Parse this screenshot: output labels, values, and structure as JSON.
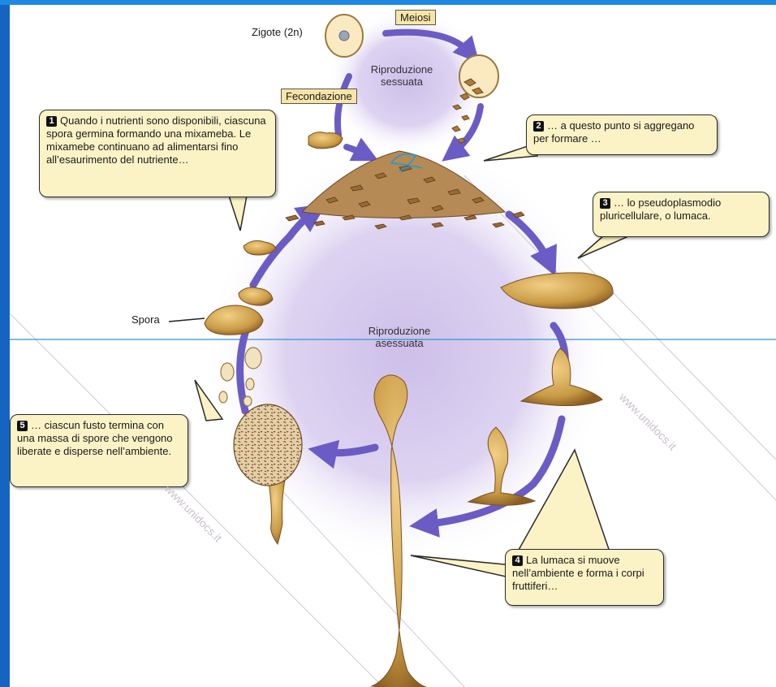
{
  "labels": {
    "zigote": "Zigote (2n)",
    "meiosi": "Meiosi",
    "fecondazione": "Fecondazione",
    "sexual": [
      "Riproduzione",
      "sessuata"
    ],
    "asexual": [
      "Riproduzione",
      "asessuata"
    ],
    "spora": "Spora"
  },
  "callouts": [
    {
      "num": "1",
      "text": "Quando i nutrienti sono disponibili, ciascuna spora germina formando una mixameba. Le mixamebe continuano ad alimentarsi fino all’esaurimento del nutriente…"
    },
    {
      "num": "2",
      "text": "… a questo punto si aggregano per formare …"
    },
    {
      "num": "3",
      "text": "… lo pseudoplasmodio pluricellulare, o lumaca."
    },
    {
      "num": "4",
      "text": "La lumaca si muove nell’ambiente e forma i corpi fruttiferi…"
    },
    {
      "num": "5",
      "text": "… ciascun fusto termina con una massa di spore che vengono liberate e disperse nell’ambiente."
    }
  ],
  "watermark": "www.unidocs.it",
  "colors": {
    "cycle": "#6a5cc4",
    "cell": "#c99a45",
    "cell_dark": "#8b5e22",
    "box": "#fbf2c6",
    "background_glow": "#d9cff0",
    "frame": "#1565c0"
  }
}
